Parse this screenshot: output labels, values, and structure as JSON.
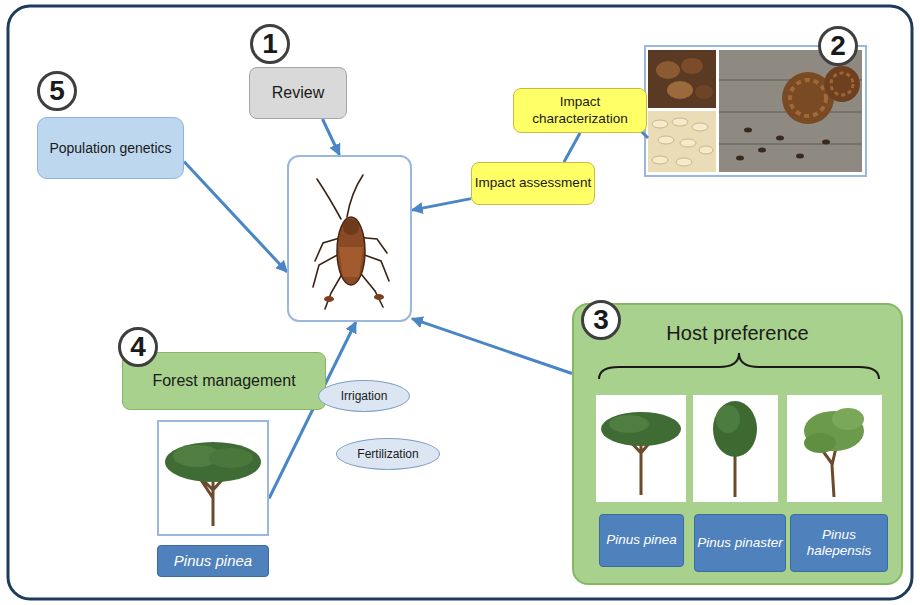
{
  "diagram": {
    "nodes": [
      {
        "text": [
          "Review"
        ]
      },
      {
        "text": [
          "Impact characterization"
        ]
      },
      {
        "text": [
          "Impact assessment"
        ]
      },
      {
        "text": [
          "Population genetics"
        ]
      },
      {
        "text": []
      },
      {
        "text": [
          "Forest management"
        ]
      },
      {
        "text": [
          "Irrigation"
        ]
      },
      {
        "text": [
          "Fertilization"
        ]
      },
      {
        "text": [
          "Pinus pinea"
        ]
      },
      {
        "text": [
          "Host preference"
        ]
      },
      {
        "text": [
          "Pinus pinea"
        ],
        "in": 9
      },
      {
        "text": [
          "Pinus pinaster"
        ],
        "in": 9
      },
      {
        "text": [
          "Pinus halepensis"
        ],
        "in": 9
      }
    ],
    "edges": [
      {
        "from": 0,
        "to": 4,
        "arrow": "to"
      },
      {
        "from": 1,
        "to": 2,
        "arrow": "none"
      },
      {
        "from": 2,
        "to": 4,
        "arrow": "to"
      },
      {
        "from": 3,
        "to": 4,
        "arrow": "to"
      },
      {
        "from": 8,
        "to": 4,
        "arrow": "to"
      },
      {
        "from": 9,
        "to": 4,
        "arrow": "to"
      }
    ],
    "labels": [
      "1",
      "2",
      "3",
      "4",
      "5"
    ]
  }
}
